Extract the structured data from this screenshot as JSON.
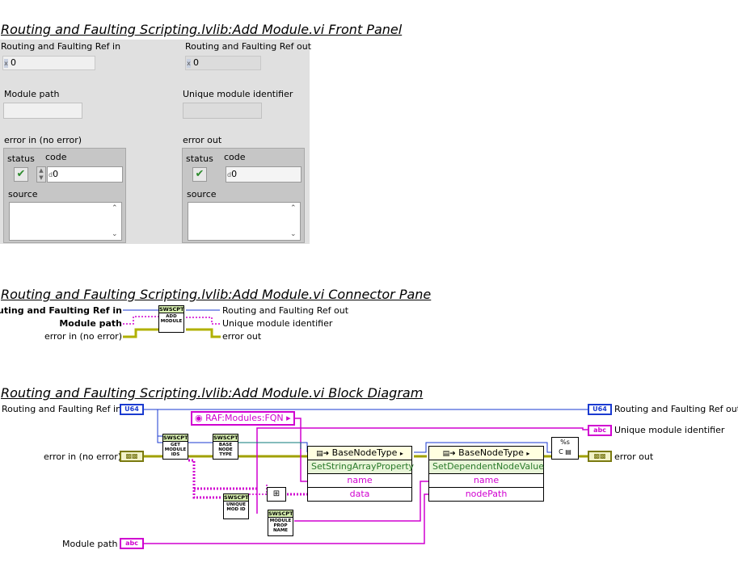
{
  "front_panel": {
    "title": "Routing and Faulting Scripting.lvlib:Add Module.vi Front Panel",
    "ref_in_label": "Routing and Faulting Ref in",
    "ref_in_value": "0",
    "ref_out_label": "Routing and Faulting Ref out",
    "ref_out_value": "0",
    "radix": "x",
    "module_path_label": "Module path",
    "unique_id_label": "Unique module identifier",
    "error_in": {
      "label": "error in (no error)",
      "status": "status",
      "code": "code",
      "code_value": "0",
      "source": "source",
      "radix": "d"
    },
    "error_out": {
      "label": "error out",
      "status": "status",
      "code": "code",
      "code_value": "0",
      "source": "source",
      "radix": "d"
    }
  },
  "connector_pane": {
    "title": "Routing and Faulting Scripting.lvlib:Add Module.vi Connector Pane",
    "inputs": [
      "Routing and Faulting Ref in",
      "Module path",
      "error in (no error)"
    ],
    "outputs": [
      "Routing and Faulting Ref out",
      "Unique module identifier",
      "error out"
    ],
    "icon_header": "SWSCPT",
    "icon_body": "ADD MODULE"
  },
  "block_diagram": {
    "title": "Routing and Faulting Scripting.lvlib:Add Module.vi Block Diagram",
    "ref_in": "Routing and Faulting Ref in",
    "ref_out": "Routing and Faulting Ref out",
    "error_in": "error in (no error)",
    "error_out": "error out",
    "unique_id": "Unique module identifier",
    "module_path": "Module path",
    "u64": "U64",
    "abc": "abc",
    "const": "RAF:Modules:FQN",
    "subvi_header": "SWSCPT",
    "subvi_get_ids": "GET MODULE IDS",
    "subvi_base_type": "BASE NODE TYPE",
    "subvi_unique_id": "UNIQUE MOD ID",
    "subvi_prop_name": "MODULE PROP NAME",
    "invoke1": {
      "class": "BaseNodeType",
      "method": "SetStringArrayProperty",
      "p1": "name",
      "p2": "data"
    },
    "invoke2": {
      "class": "BaseNodeType",
      "method": "SetDependentNodeValue",
      "p1": "name",
      "p2": "nodePath"
    },
    "format_label": "%s"
  }
}
